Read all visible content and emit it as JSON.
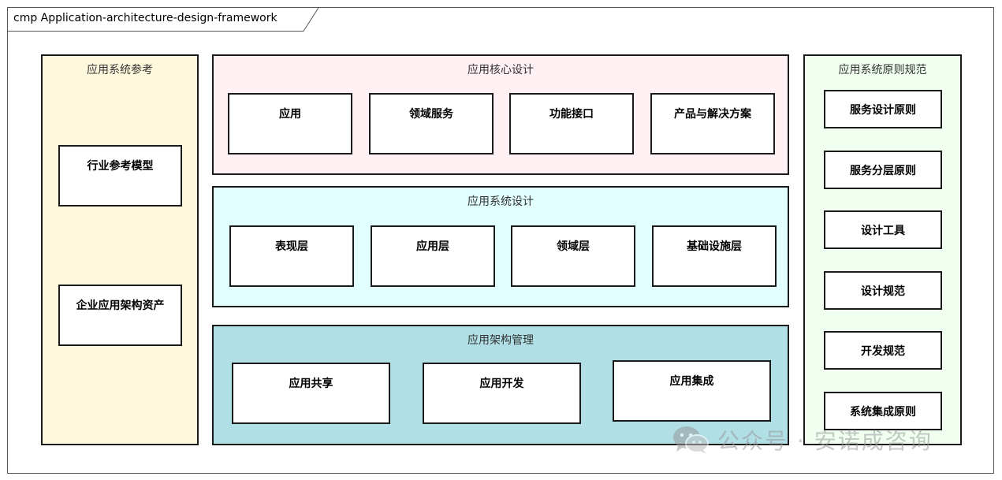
{
  "frame": {
    "title": "cmp Application-architecture-design-framework"
  },
  "colors": {
    "reference": "#fef8dd",
    "core": "#fff0f4",
    "system": "#e0fffe",
    "management": "#b0dfe5",
    "principles": "#f0fff0"
  },
  "reference": {
    "title": "应用系统参考",
    "items": [
      "行业参考模型",
      "企业应用架构资产"
    ]
  },
  "core": {
    "title": "应用核心设计",
    "items": [
      "应用",
      "领域服务",
      "功能接口",
      "产品与解决方案"
    ]
  },
  "system": {
    "title": "应用系统设计",
    "items": [
      "表现层",
      "应用层",
      "领域层",
      "基础设施层"
    ]
  },
  "management": {
    "title": "应用架构管理",
    "items": [
      "应用共享",
      "应用开发",
      "应用集成"
    ]
  },
  "principles": {
    "title": "应用系统原则规范",
    "items": [
      "服务设计原则",
      "服务分层原则",
      "设计工具",
      "设计规范",
      "开发规范",
      "系统集成原则"
    ]
  },
  "watermark": {
    "text": "公众号 · 安诺成咨询",
    "icon": "wechat-icon"
  }
}
